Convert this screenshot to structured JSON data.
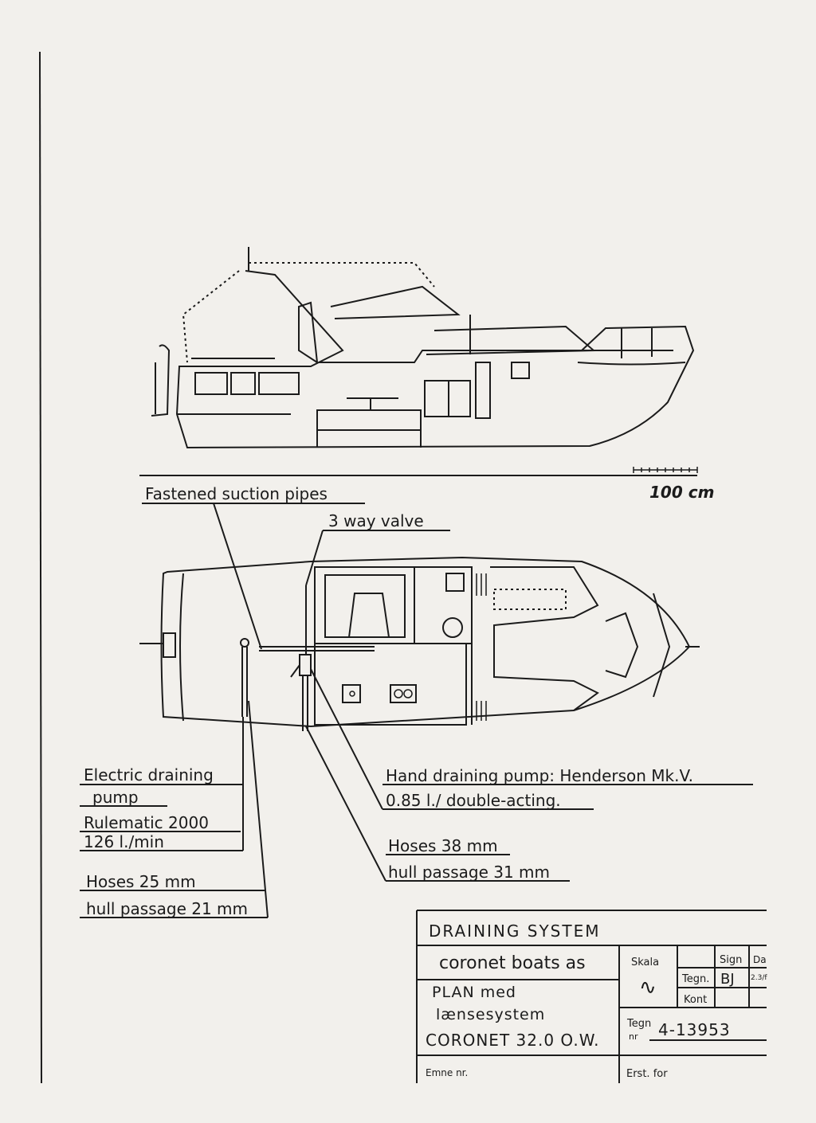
{
  "scale_label": "100 cm",
  "labels": {
    "fastened_suction_pipes": "Fastened suction pipes",
    "three_way_valve": "3 way valve",
    "electric_pump_line1": "Electric draining",
    "electric_pump_line2": "pump",
    "electric_pump_model": "Rulematic 2000",
    "electric_pump_rate": "126 l./min",
    "electric_hoses": "Hoses 25 mm",
    "electric_hull_passage": "hull passage 21 mm",
    "hand_pump": "Hand draining pump: Henderson Mk.V.",
    "hand_pump_capacity": "0.85 l./ double-acting.",
    "hand_hoses": "Hoses 38 mm",
    "hand_hull_passage": "hull passage 31 mm"
  },
  "title_block": {
    "title": "DRAINING SYSTEM",
    "company": "coronet boats as",
    "desc_line1": "PLAN med",
    "desc_line2": "lænsesystem",
    "model": "CORONET 32.0 O.W.",
    "skala_label": "Skala",
    "skala_value": "∿",
    "sign_header": "Sign",
    "date_header": "Da",
    "tegn_label": "Tegn.",
    "tegn_value": "BJ",
    "date_value": "2.3/f",
    "kont_label": "Kont",
    "tegn_nr_label1": "Tegn",
    "tegn_nr_label2": "nr",
    "tegn_nr_value": "4-13953",
    "emne_label": "Emne nr.",
    "erst_label": "Erst. for"
  }
}
